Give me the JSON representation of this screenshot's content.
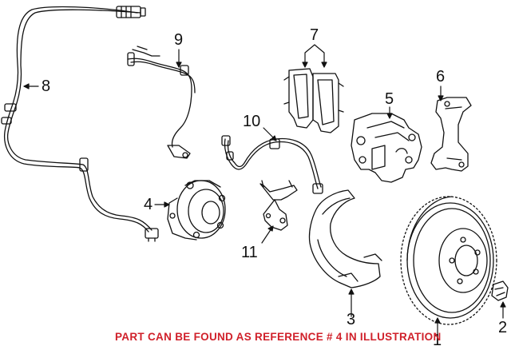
{
  "diagram": {
    "callouts": {
      "c1": "1",
      "c2": "2",
      "c3": "3",
      "c4": "4",
      "c5": "5",
      "c6": "6",
      "c7": "7",
      "c8": "8",
      "c9": "9",
      "c10": "10",
      "c11": "11"
    },
    "note": "PART CAN BE FOUND AS REFERENCE # 4 IN ILLUSTRATION"
  },
  "colors": {
    "line": "#111111",
    "note": "#d0202a",
    "background": "#ffffff"
  }
}
